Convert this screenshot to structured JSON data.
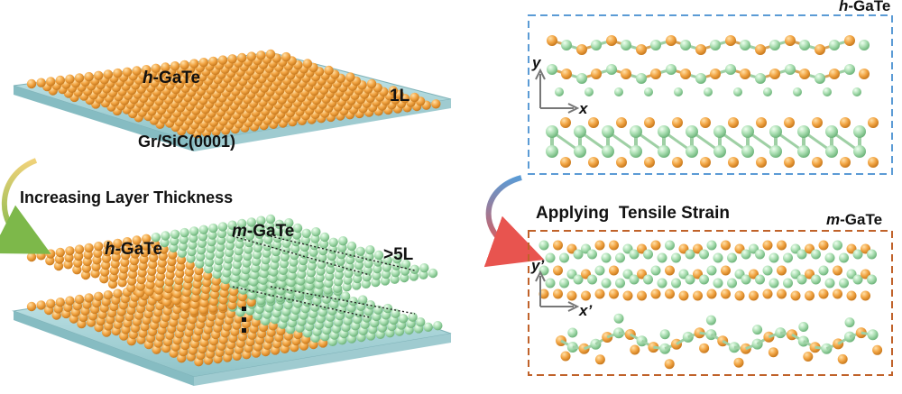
{
  "left": {
    "top_title": {
      "prefix": "h",
      "suffix": "-GaTe"
    },
    "layer_1L": "1L",
    "substrate": "Gr/SiC(0001)",
    "process": "Increasing Layer Thickness",
    "bottom_h": {
      "prefix": "h",
      "suffix": "-GaTe"
    },
    "bottom_m": {
      "prefix": "m",
      "suffix": "-GaTe"
    },
    "layer_5L": ">5L"
  },
  "right": {
    "top_box": {
      "prefix": "h",
      "suffix": "-GaTe",
      "axis_y": "y",
      "axis_x": "x"
    },
    "strain_label": "Applying  Tensile Strain",
    "bottom_box": {
      "prefix": "m",
      "suffix": "-GaTe",
      "axis_y": "y’",
      "axis_x": "x’"
    }
  },
  "colors": {
    "te_atom": "#F2A544",
    "ga_atom": "#A8DDB0",
    "substrate": "#A9D3D8",
    "h_box_border": "#5B9BD5",
    "m_box_border": "#C0622A",
    "arrow_left": "#8BBF4A",
    "arrow_right_top": "#5B9BD5",
    "arrow_right_bottom": "#E8544F"
  },
  "icons": [
    "curved-arrow-icon",
    "vertical-dots-icon",
    "axis-icon"
  ]
}
